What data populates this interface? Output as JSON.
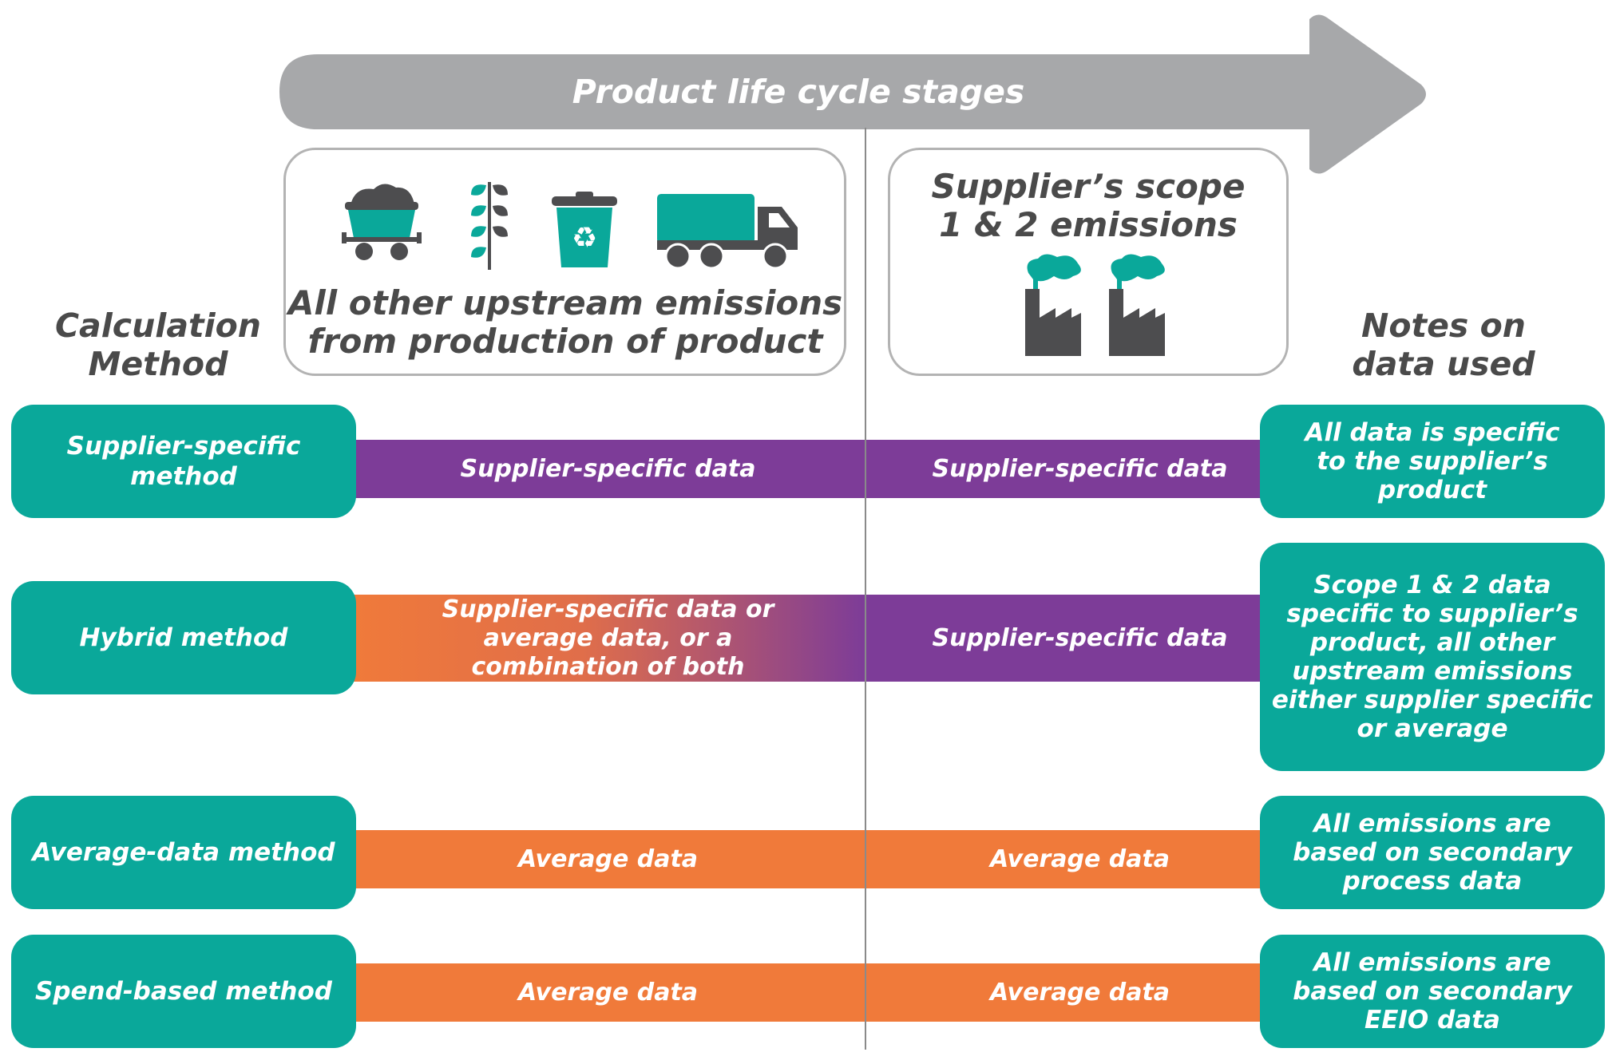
{
  "header": {
    "arrow_label": "Product life cycle stages"
  },
  "stages": {
    "upstream_label_line1": "All other upstream emissions",
    "upstream_label_line2": "from production of product",
    "scope_label_line1": "Supplier’s scope",
    "scope_label_line2": "1 & 2 emissions",
    "upstream_icons": [
      "mine-cart-icon",
      "wheat-icon",
      "recycle-bin-icon",
      "truck-icon"
    ],
    "scope_icons": [
      "factory-icon",
      "factory-icon"
    ]
  },
  "columns": {
    "left_head_line1": "Calculation",
    "left_head_line2": "Method",
    "right_head_line1": "Notes on",
    "right_head_line2": "data used"
  },
  "rows": [
    {
      "method": "Supplier-specific method",
      "upstream": "Supplier-specific data",
      "scope": "Supplier-specific data",
      "note": "All data is specific to the supplier’s product"
    },
    {
      "method": "Hybrid method",
      "upstream": "Supplier-specific data or average data, or a combination of both",
      "scope": "Supplier-specific data",
      "note": "Scope 1 & 2 data specific to supplier’s product, all other upstream emissions either supplier specific or average"
    },
    {
      "method": "Average-data method",
      "upstream": "Average data",
      "scope": "Average data",
      "note": "All emissions are based on secondary process data"
    },
    {
      "method": "Spend-based method",
      "upstream": "Average data",
      "scope": "Average data",
      "note": "All emissions are based on secondary EEIO data"
    }
  ],
  "colors": {
    "teal": "#0aa89a",
    "purple": "#7d3c98",
    "orange": "#f07a3a",
    "arrow_gray": "#a7a8aa",
    "icon_dark": "#4d4d4f"
  }
}
